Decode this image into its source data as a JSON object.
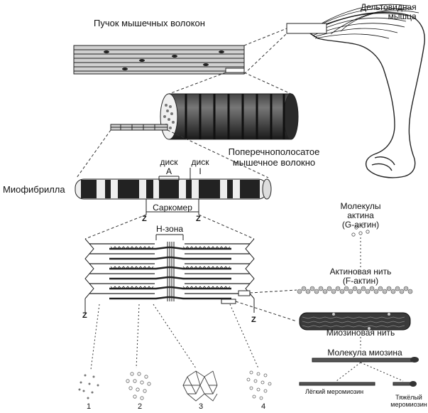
{
  "labels": {
    "fiber_bundle": "Пучок мышечных волокон",
    "deltoid": "Дельтовидная\nмышца",
    "striated_fiber": "Поперечнополосатое\nмышечное волокно",
    "disc_a": "диск\nA",
    "disc_i": "диск\nI",
    "myofibril": "Миофибрилла",
    "sarcomere": "Саркомер",
    "z_left": "Z",
    "z_right": "Z",
    "h_zone": "H-зона",
    "actin_molecules": "Молекулы актина\n(G-актин)",
    "actin_filament": "Актиновая нить\n(F-актин)",
    "myosin_filament": "Миозиновая нить",
    "myosin_molecule": "Молекула миозина",
    "light_meromyosin": "Лёгкий меромиозин",
    "heavy_meromyosin": "Тяжёлый\nмеромиозин",
    "z_bottom_left": "Z",
    "z_bottom_right": "Z"
  },
  "cross_sections": [
    "1",
    "2",
    "3",
    "4"
  ],
  "colors": {
    "ink": "#1a1a1a",
    "dark": "#2b2b2b",
    "mid": "#6e6e6e",
    "light": "#c8c8c8"
  }
}
